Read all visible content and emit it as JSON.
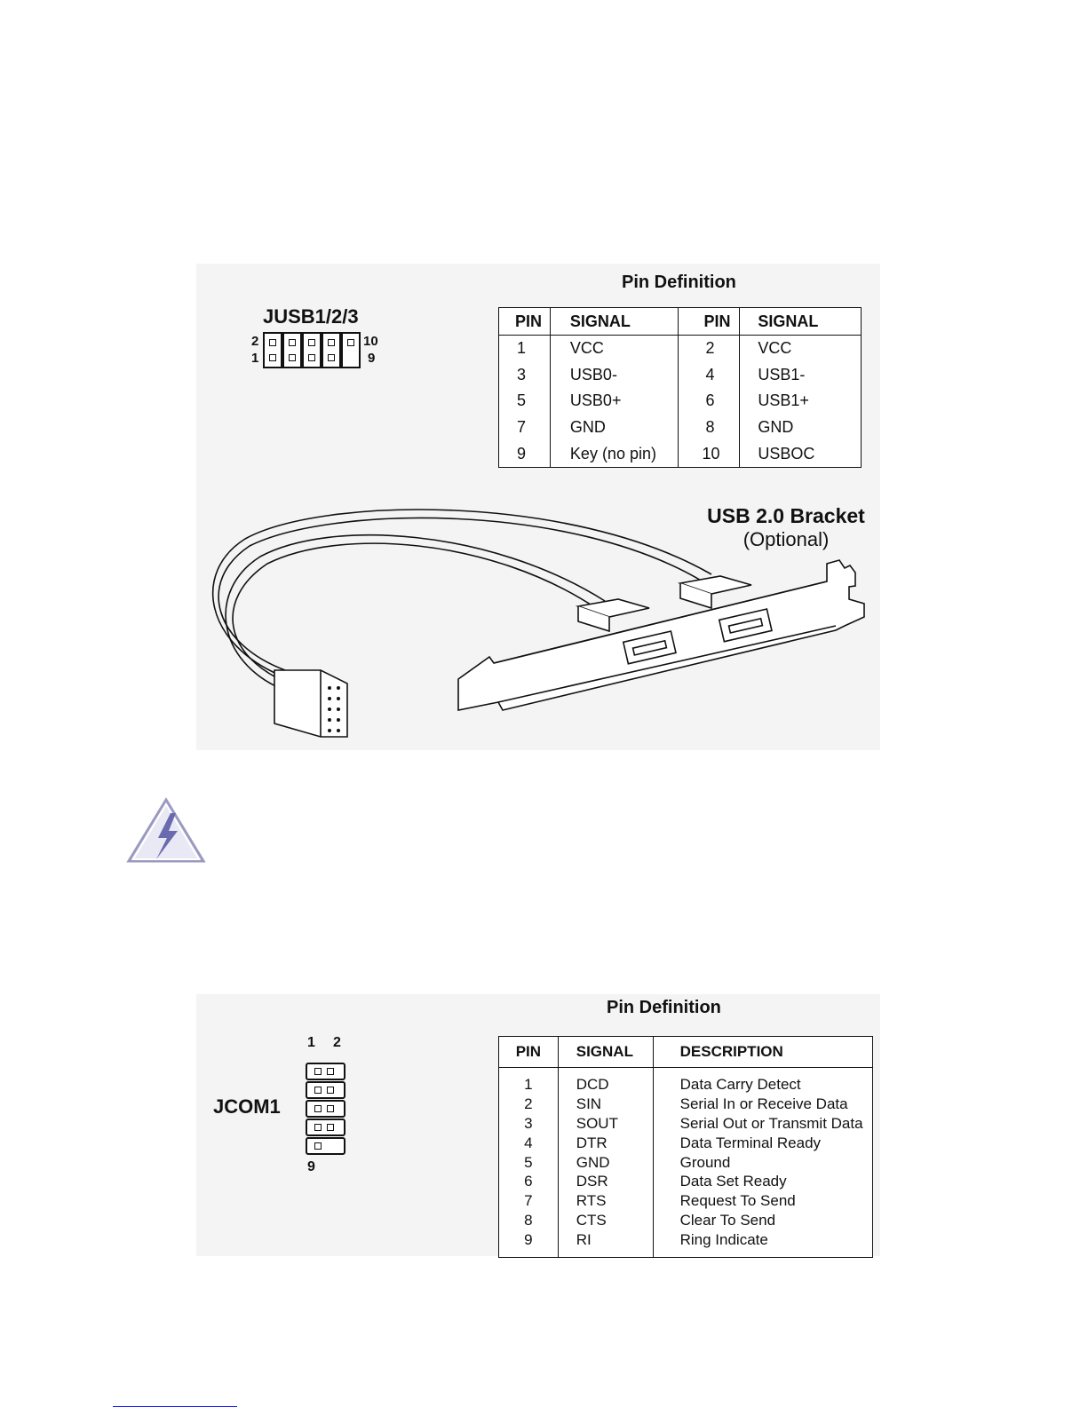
{
  "usb": {
    "connector_name": "JUSB1/2/3",
    "pin_labels": {
      "top_left": "2",
      "bottom_left": "1",
      "top_right": "10",
      "bottom_right": "9"
    },
    "pin_definition_title": "Pin Definition",
    "headers": [
      "PIN",
      "SIGNAL",
      "PIN",
      "SIGNAL"
    ],
    "rows": [
      [
        "1",
        "VCC",
        "2",
        "VCC"
      ],
      [
        "3",
        "USB0-",
        "4",
        "USB1-"
      ],
      [
        "5",
        "USB0+",
        "6",
        "USB1+"
      ],
      [
        "7",
        "GND",
        "8",
        "GND"
      ],
      [
        "9",
        "Key (no pin)",
        "10",
        "USBOC"
      ]
    ],
    "bracket_title": "USB 2.0 Bracket",
    "bracket_subtitle": "(Optional)"
  },
  "warning_icon": "warning-triangle-lightning-icon",
  "com": {
    "connector_name": "JCOM1",
    "pin_labels": {
      "top_1": "1",
      "top_2": "2",
      "bottom": "9"
    },
    "pin_definition_title": "Pin Definition",
    "headers": [
      "PIN",
      "SIGNAL",
      "DESCRIPTION"
    ],
    "rows": [
      [
        "1",
        "DCD",
        "Data Carry Detect"
      ],
      [
        "2",
        "SIN",
        "Serial In or Receive Data"
      ],
      [
        "3",
        "SOUT",
        "Serial Out or Transmit Data"
      ],
      [
        "4",
        "DTR",
        "Data Terminal Ready"
      ],
      [
        "5",
        "GND",
        "Ground"
      ],
      [
        "6",
        "DSR",
        "Data Set Ready"
      ],
      [
        "7",
        "RTS",
        "Request To Send"
      ],
      [
        "8",
        "CTS",
        "Clear To Send"
      ],
      [
        "9",
        "RI",
        "Ring Indicate"
      ]
    ]
  }
}
